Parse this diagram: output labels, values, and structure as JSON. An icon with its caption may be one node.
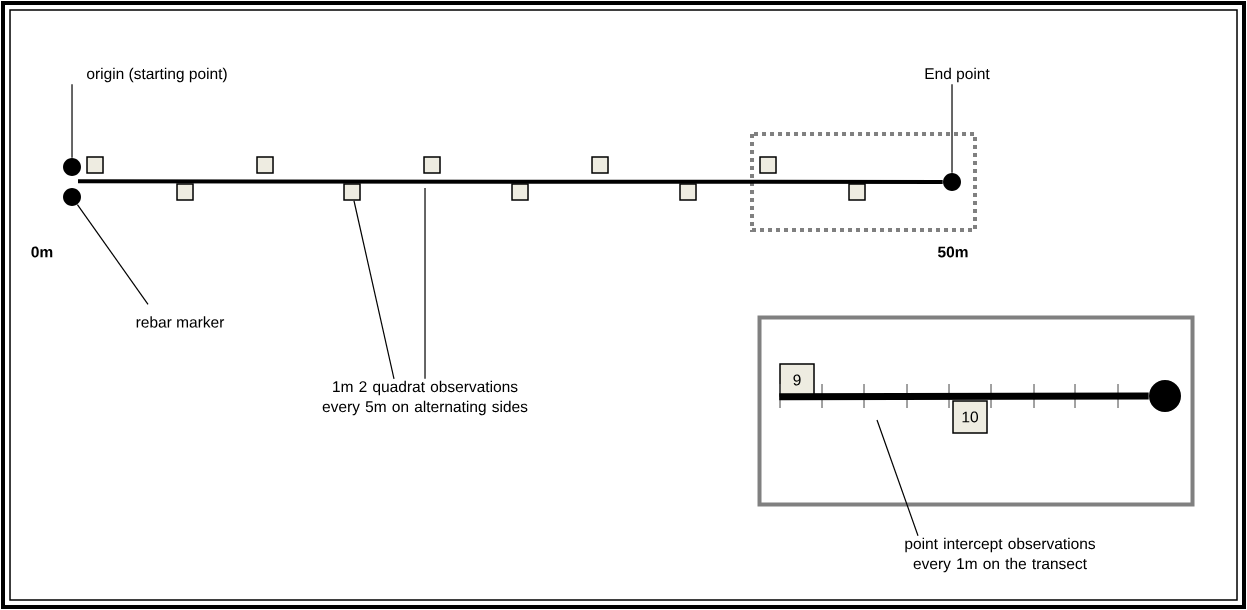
{
  "diagram": {
    "nodes": [
      {
        "text": [
          "origin (starting point)"
        ]
      },
      {
        "text": [
          "End point"
        ]
      },
      {
        "text": [],
        "shape": "circle"
      },
      {
        "text": [],
        "shape": "circle"
      },
      {
        "text": [],
        "shape": "box"
      },
      {
        "text": [],
        "shape": "box"
      },
      {
        "text": [],
        "shape": "box"
      },
      {
        "text": [],
        "shape": "box"
      },
      {
        "text": [],
        "shape": "box"
      },
      {
        "text": [],
        "shape": "box"
      },
      {
        "text": [],
        "shape": "box"
      },
      {
        "text": [],
        "shape": "box"
      },
      {
        "text": [],
        "shape": "box"
      },
      {
        "text": [],
        "shape": "box"
      },
      {
        "text": [],
        "shape": "circle"
      },
      {
        "text": [
          "rebar marker"
        ]
      },
      {
        "text": [
          "1m 2 quadrat observations every 5m on alternating sides"
        ]
      },
      {
        "text": [],
        "shape": "box"
      },
      {
        "text": [
          "9"
        ],
        "in": 17
      },
      {
        "text": [
          "10"
        ],
        "in": 17
      },
      {
        "text": [],
        "shape": "circle",
        "in": 17
      },
      {
        "text": [
          "point intercept observations every 1m on the transect"
        ]
      }
    ],
    "edges": [
      {
        "from": 0,
        "to": 2,
        "arrow": "none"
      },
      {
        "from": 1,
        "to": 14,
        "arrow": "none"
      },
      {
        "from": 15,
        "to": 3,
        "arrow": "none"
      },
      {
        "from": 16,
        "to": 7,
        "arrow": "none"
      },
      {
        "from": 16,
        "to": null,
        "arrow": "none"
      },
      {
        "from": 21,
        "to": null,
        "arrow": "none"
      },
      {
        "from": 2,
        "to": 14,
        "arrow": "none",
        "style": "thick"
      },
      {
        "from": 18,
        "to": 20,
        "arrow": "none",
        "style": "thick"
      }
    ],
    "labels": [
      "0m",
      "50m"
    ]
  }
}
